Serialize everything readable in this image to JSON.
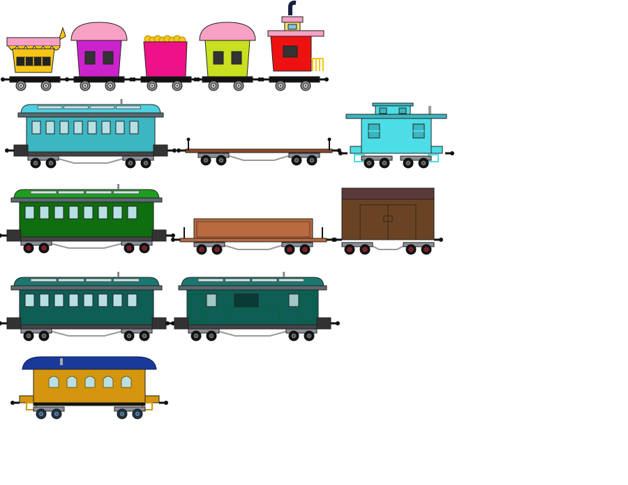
{
  "canvas": {
    "background": "#ffffff"
  },
  "rows": [
    {
      "row_name": "toy-cars-row",
      "cars": [
        {
          "name": "yellow-circus-car",
          "kind": "circus",
          "body": "#f5c518",
          "roof": "#f7a1c4"
        },
        {
          "name": "magenta-passenger-car",
          "kind": "toy-box",
          "body": "#cc22cc",
          "roof": "#f7a1c4"
        },
        {
          "name": "pink-popcorn-car",
          "kind": "popcorn",
          "body": "#ee1188",
          "roof": "#f5c518"
        },
        {
          "name": "lime-passenger-car",
          "kind": "toy-box",
          "body": "#c8e020",
          "roof": "#f7a1c4"
        },
        {
          "name": "red-engine-car",
          "kind": "engine",
          "body": "#ee1111",
          "roof": "#f7a1c4"
        }
      ]
    },
    {
      "row_name": "cyan-cars-row",
      "cars": [
        {
          "name": "cyan-coach",
          "kind": "coach",
          "body": "#3cb6c0",
          "roof": "#4fd0e0"
        },
        {
          "name": "brown-flatcar",
          "kind": "flatcar",
          "body": "#8b4a2b",
          "roof": "#8b4a2b"
        },
        {
          "name": "cyan-caboose",
          "kind": "caboose",
          "body": "#4ddde6",
          "roof": "#3cb6c0"
        }
      ]
    },
    {
      "row_name": "green-cars-row",
      "cars": [
        {
          "name": "green-coach",
          "kind": "coach",
          "body": "#0f6e0f",
          "roof": "#1e9e1e"
        },
        {
          "name": "brown-gondola",
          "kind": "gondola",
          "body": "#b86a40",
          "roof": "#b86a40"
        },
        {
          "name": "brown-boxcar",
          "kind": "boxcar",
          "body": "#6a4325",
          "roof": "#5a3a38"
        }
      ]
    },
    {
      "row_name": "teal-cars-row",
      "cars": [
        {
          "name": "teal-coach",
          "kind": "coach",
          "body": "#0e5e56",
          "roof": "#1a7870"
        },
        {
          "name": "teal-baggage-coach",
          "kind": "baggage",
          "body": "#0e5e56",
          "roof": "#1a7870"
        }
      ]
    },
    {
      "row_name": "vintage-cars-row",
      "cars": [
        {
          "name": "gold-vintage-coach",
          "kind": "vintage",
          "body": "#d4960e",
          "roof": "#1a3a9a"
        }
      ]
    }
  ]
}
